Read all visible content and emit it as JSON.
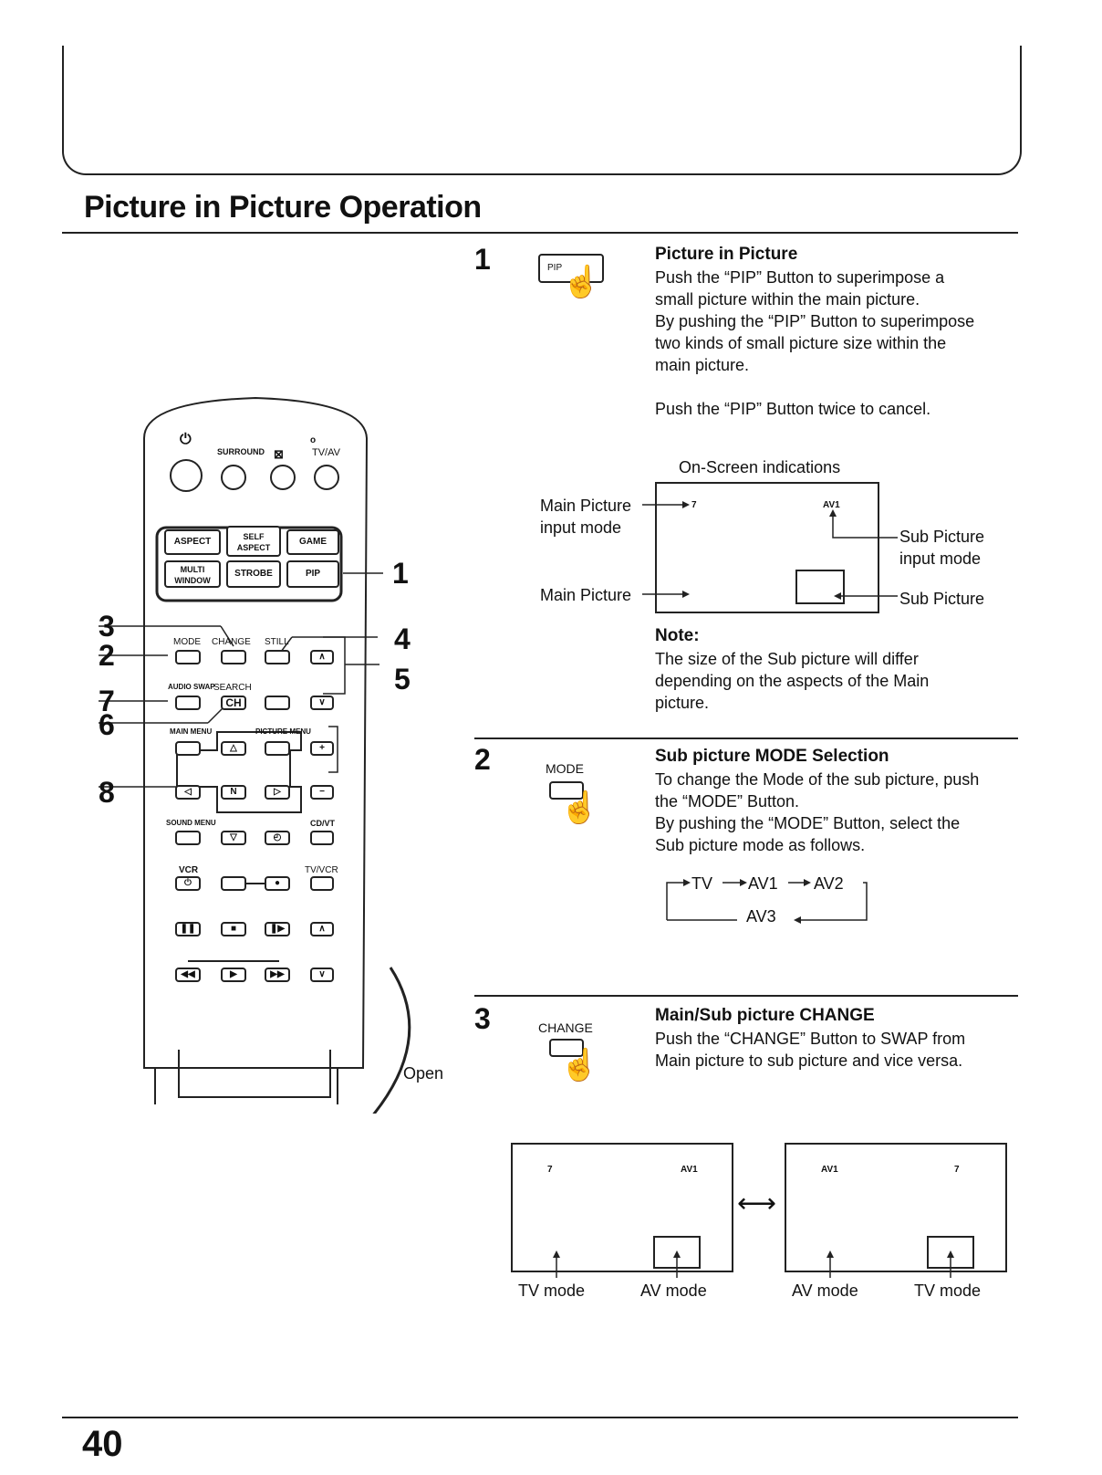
{
  "page": {
    "title": "Picture in Picture Operation",
    "page_number": "40"
  },
  "callouts": [
    "1",
    "2",
    "3",
    "4",
    "5",
    "6",
    "7",
    "8"
  ],
  "remote": {
    "surround": "SURROUND",
    "tvav": "TV/AV",
    "aspect": "ASPECT",
    "self_aspect": "SELF ASPECT",
    "game": "GAME",
    "multi_window": "MULTI WINDOW",
    "strobe": "STROBE",
    "pip": "PIP",
    "mode": "MODE",
    "change": "CHANGE",
    "still": "STILL",
    "audio_swap": "AUDIO SWAP",
    "search": "SEARCH",
    "ch": "CH",
    "main_menu": "MAIN MENU",
    "picture_menu": "PICTURE MENU",
    "sound_menu": "SOUND MENU",
    "n": "N",
    "cdvt": "CD/VT",
    "vcr": "VCR",
    "tvvcr": "TV/VCR",
    "open": "Open"
  },
  "steps": [
    {
      "num": "1",
      "button": "PIP",
      "heading": "Picture in Picture",
      "text": [
        "Push the “PIP” Button to superimpose a",
        "small picture within the main picture.",
        "By pushing the “PIP” Button to superimpose",
        "two kinds of small picture size within the",
        "main picture."
      ],
      "text2": "Push the “PIP” Button twice to cancel."
    },
    {
      "num": "2",
      "button": "MODE",
      "heading": "Sub picture MODE Selection",
      "text": [
        "To change the Mode of the sub picture, push",
        "the “MODE” Button.",
        "By pushing the “MODE” Button, select the",
        "Sub picture mode as follows."
      ]
    },
    {
      "num": "3",
      "button": "CHANGE",
      "heading": "Main/Sub picture CHANGE",
      "text": [
        "Push the “CHANGE” Button to SWAP from",
        "Main picture to sub picture and vice versa."
      ]
    }
  ],
  "onscreen": {
    "title": "On-Screen indications",
    "main_input_l1": "Main Picture",
    "main_input_l2": "input mode",
    "main_picture": "Main Picture",
    "sub_input_l1": "Sub Picture",
    "sub_input_l2": "input mode",
    "sub_picture": "Sub Picture",
    "ch_value": "7",
    "av_value": "AV1"
  },
  "note": {
    "heading": "Note:",
    "lines": [
      "The size of the Sub picture will differ",
      "depending on the aspects of the Main",
      "picture."
    ]
  },
  "mode_cycle": {
    "tv": "TV",
    "av1": "AV1",
    "av2": "AV2",
    "av3": "AV3"
  },
  "swap": {
    "left": {
      "ch": "7",
      "av": "AV1",
      "label_a": "TV mode",
      "label_b": "AV mode"
    },
    "right": {
      "ch": "AV1",
      "av": "7",
      "label_a": "AV mode",
      "label_b": "TV mode"
    }
  }
}
